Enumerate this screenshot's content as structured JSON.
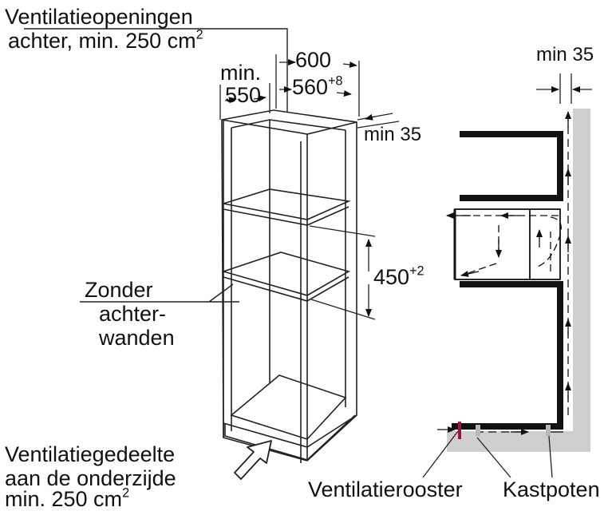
{
  "labels": {
    "vent_top_1": "Ventilatieopeningen",
    "vent_top_2": "achter, min. 250 cm",
    "vent_top_sup": "2",
    "dim_600": "600",
    "dim_min": "min.",
    "dim_550": "550",
    "dim_560": "560",
    "dim_560_sup": "+8",
    "min35_left": "min 35",
    "min35_right": "min 35",
    "dim_450": "450",
    "dim_450_sup": "+2",
    "no_back_1": "Zonder",
    "no_back_2": "achter-",
    "no_back_3": "wanden",
    "bottom_vent_1": "Ventilatiegedeelte",
    "bottom_vent_2": "aan de onderzijde",
    "bottom_vent_3": "min. 250 cm",
    "bottom_vent_sup": "2",
    "grille": "Ventilatierooster",
    "feet": "Kastpoten"
  },
  "colors": {
    "line": "#222222",
    "wall": "#cfcfcf",
    "grille_mark": "#a01040",
    "feet_mark": "#b8b8b8"
  }
}
